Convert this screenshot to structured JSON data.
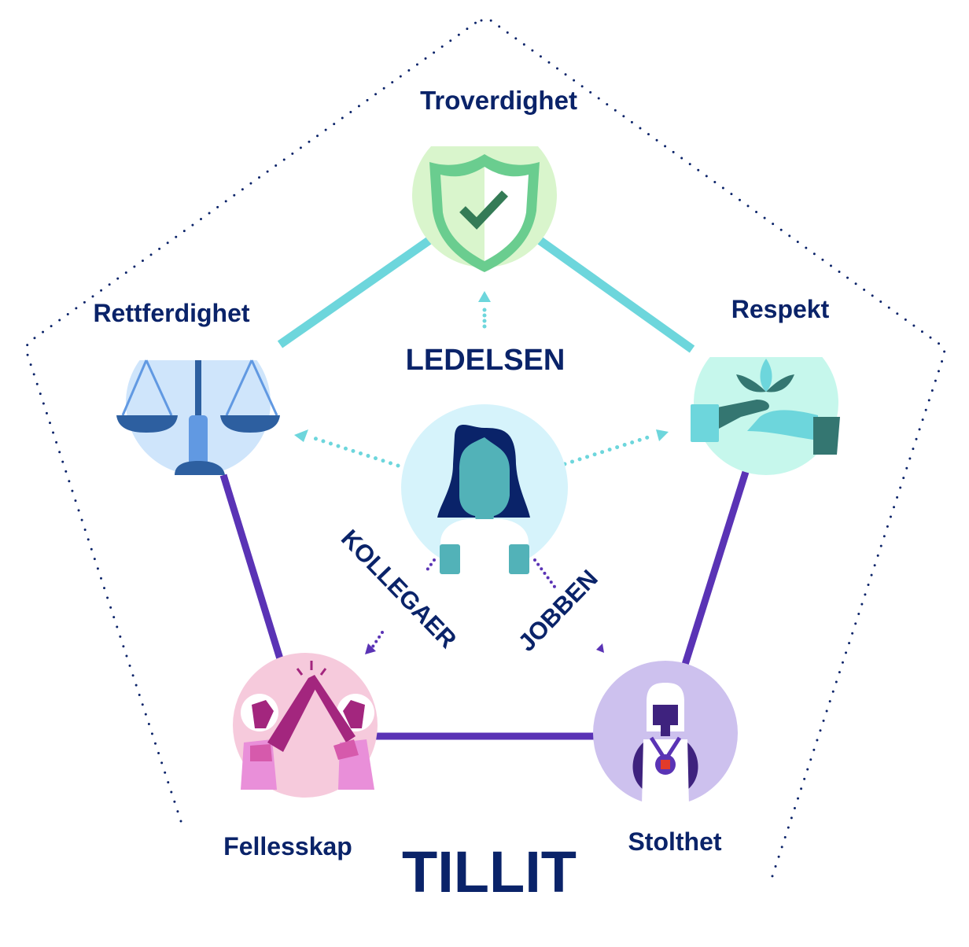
{
  "title": "TILLIT",
  "center": {
    "label": "LEDELSEN",
    "icon": "person-icon"
  },
  "arrows": {
    "kollegaer": "KOLLEGAER",
    "jobben": "JOBBEN"
  },
  "nodes": [
    {
      "id": "troverdighet",
      "label": "Troverdighet",
      "icon": "shield-check-icon",
      "bg": "#d9f5cc"
    },
    {
      "id": "respekt",
      "label": "Respekt",
      "icon": "hands-lotus-icon",
      "bg": "#c6f7ec"
    },
    {
      "id": "stolthet",
      "label": "Stolthet",
      "icon": "medal-person-icon",
      "bg": "#cdc1ee"
    },
    {
      "id": "fellesskap",
      "label": "Fellesskap",
      "icon": "high-five-icon",
      "bg": "#f6cadc"
    },
    {
      "id": "rettferdighet",
      "label": "Rettferdighet",
      "icon": "scales-icon",
      "bg": "#cfe5fb"
    }
  ],
  "colors": {
    "text": "#0a2369",
    "teal_edge": "#6dd6dc",
    "purple_edge": "#5a33b5",
    "outline_dots": "#0a2369"
  }
}
